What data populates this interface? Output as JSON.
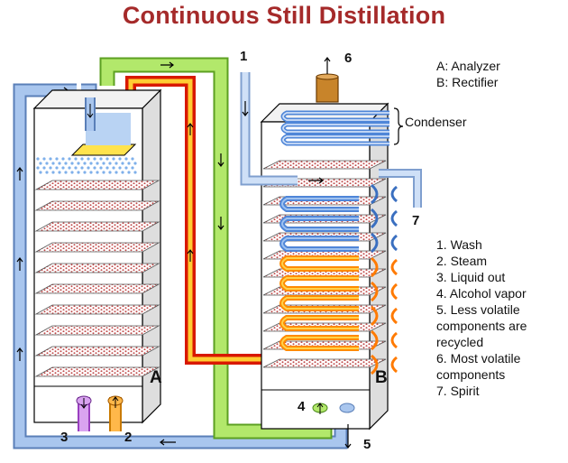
{
  "title": "Continuous Still Distillation",
  "key": {
    "a": "A:  Analyzer",
    "b": "B:  Rectifier"
  },
  "condenser_label": "Condenser",
  "column_labels": {
    "analyzer": "A",
    "rectifier": "B"
  },
  "callouts": [
    "1",
    "2",
    "3",
    "4",
    "5",
    "6",
    "7"
  ],
  "legend": [
    "1. Wash",
    "2. Steam",
    "3. Liquid out",
    "4. Alcohol vapor",
    "5. Less volatile",
    "components are",
    "recycled",
    "6. Most volatile",
    "components",
    "7. Spirit"
  ],
  "colors": {
    "title": "#a52a2a",
    "wash_pipe": "#9bbde8",
    "vapor_pipe": "#a8e060",
    "steam_pipe": "#ff3300",
    "plate": "#c86464",
    "column_face": "#ffffff",
    "column_side": "#e6e6e6"
  }
}
